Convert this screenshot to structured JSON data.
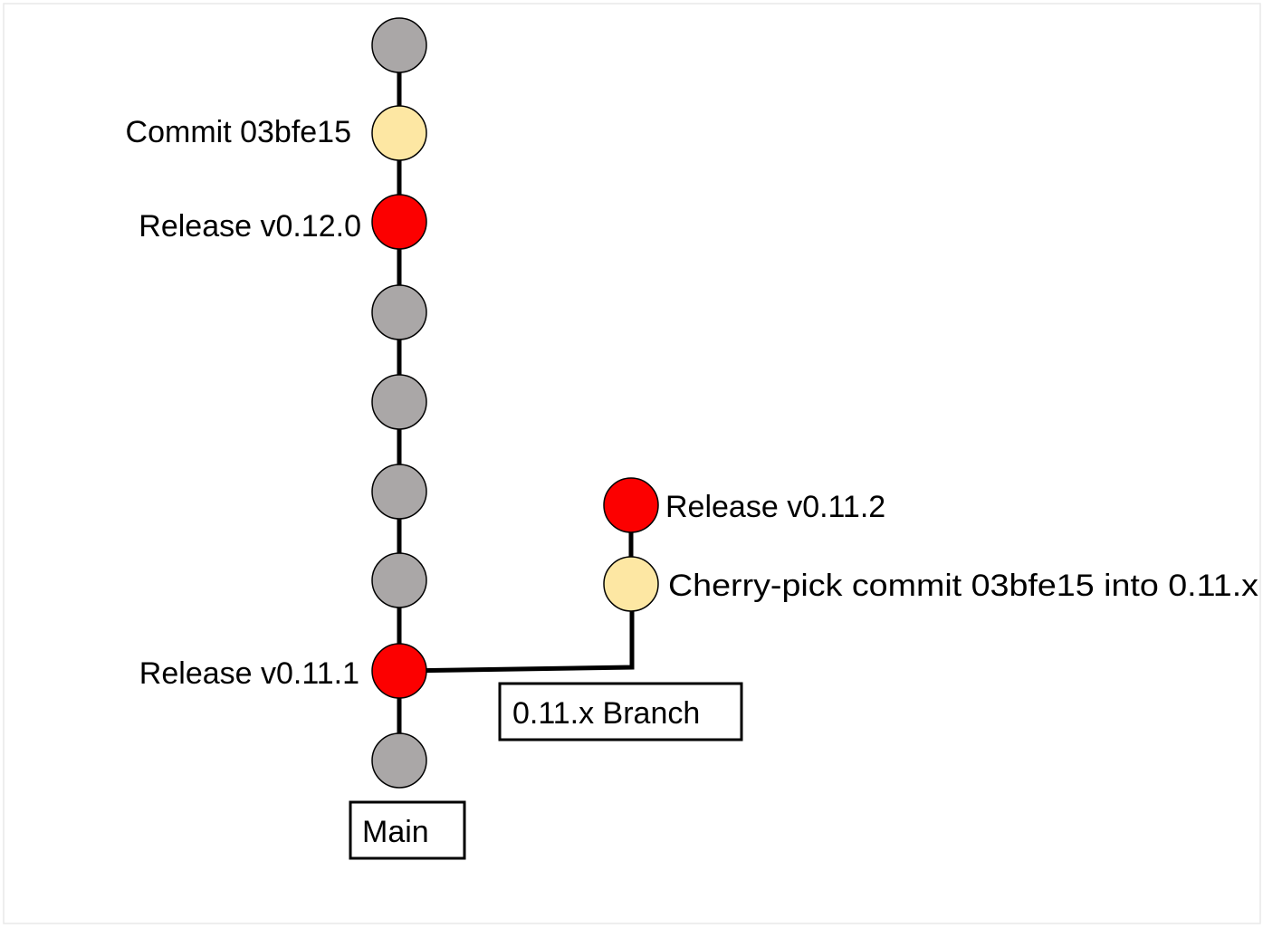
{
  "colors": {
    "commit": "#aaa7a7",
    "cherry_pick": "#fde7a3",
    "release": "#fc0000",
    "edge": "#000000",
    "frame": "#e9e9e9"
  },
  "labels": {
    "commit_03bfe15": "Commit 03bfe15",
    "release_v0_12_0": "Release v0.12.0",
    "release_v0_11_1": "Release v0.11.1",
    "release_v0_11_2": "Release v0.11.2",
    "cherry_pick": "Cherry-pick commit 03bfe15 into 0.11.x"
  },
  "branches": {
    "main": "Main",
    "branch_0_11_x": "0.11.x Branch"
  }
}
